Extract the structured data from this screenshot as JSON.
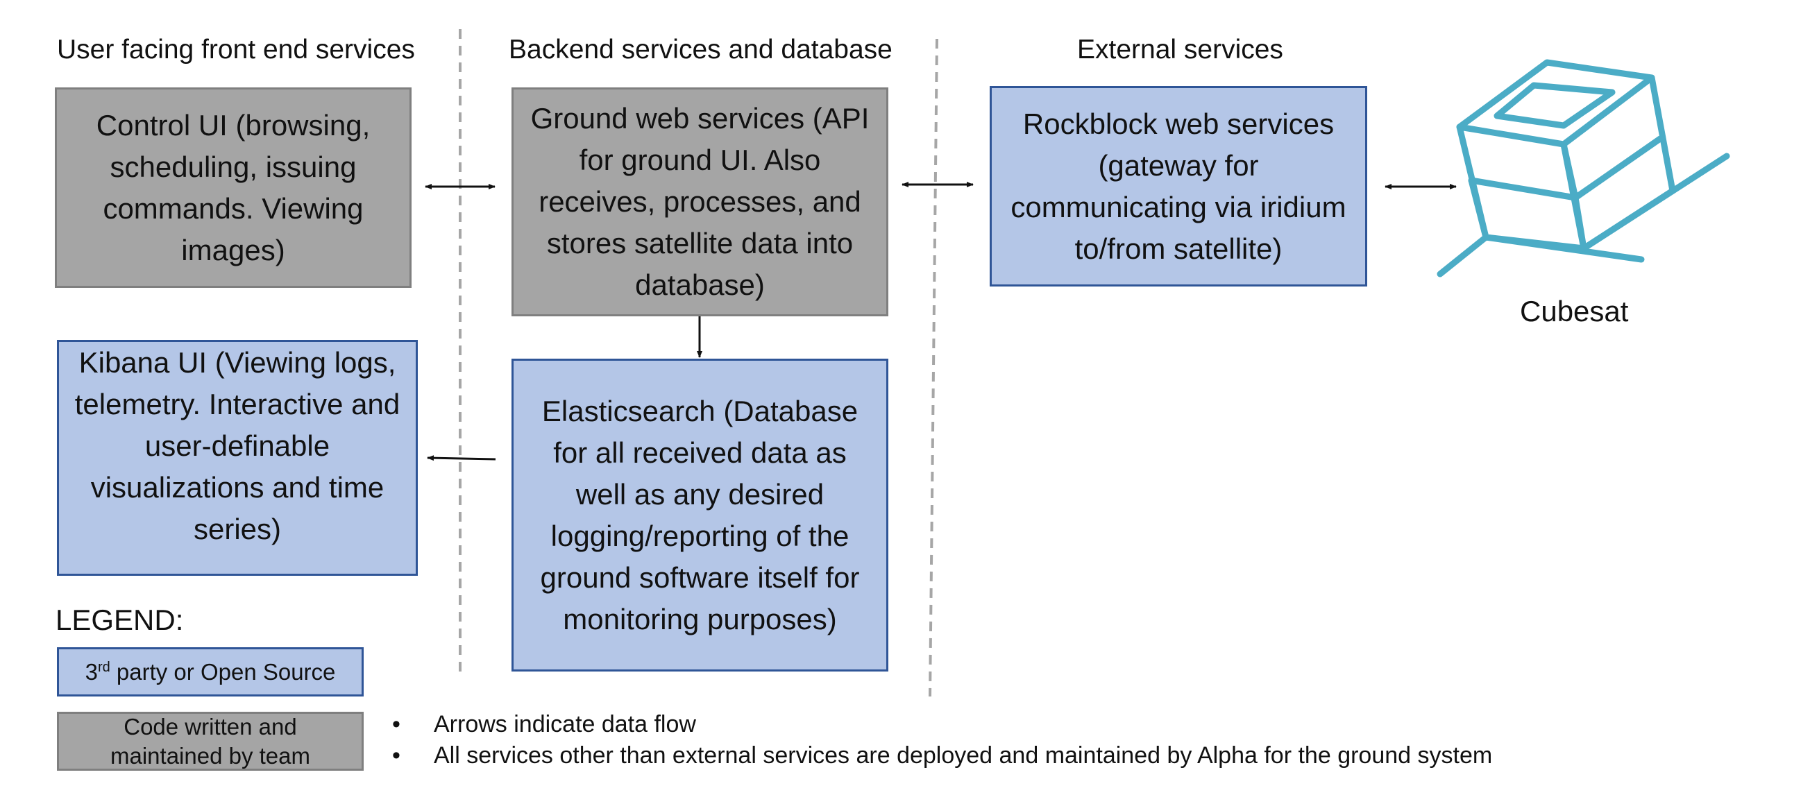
{
  "columns": {
    "front_end": "User facing front end services",
    "backend": "Backend services and database",
    "external": "External services"
  },
  "boxes": {
    "control_ui": "Control UI (browsing, scheduling, issuing commands. Viewing images)",
    "ground_web": "Ground web services (API for ground UI. Also receives, processes, and stores satellite data into database)",
    "rockblock": "Rockblock web services (gateway for communicating via iridium to/from satellite)",
    "kibana": "Kibana UI (Viewing logs, telemetry. Interactive and user-definable visualizations and time series)",
    "elasticsearch": "Elasticsearch (Database for all received data as well as any desired logging/reporting of the ground software itself for monitoring purposes)"
  },
  "cubesat": {
    "label": "Cubesat",
    "icon": "cubesat-icon",
    "color": "#4bacc6"
  },
  "legend": {
    "title": "LEGEND:",
    "party_prefix": "3",
    "party_sup": "rd",
    "party_suffix": " party or Open Source",
    "team": "Code written and maintained by team",
    "party_color": "#b4c6e7",
    "team_color": "#a5a5a5"
  },
  "notes": [
    "Arrows indicate data flow",
    "All services other than external services are deployed and maintained by Alpha for the ground system"
  ]
}
